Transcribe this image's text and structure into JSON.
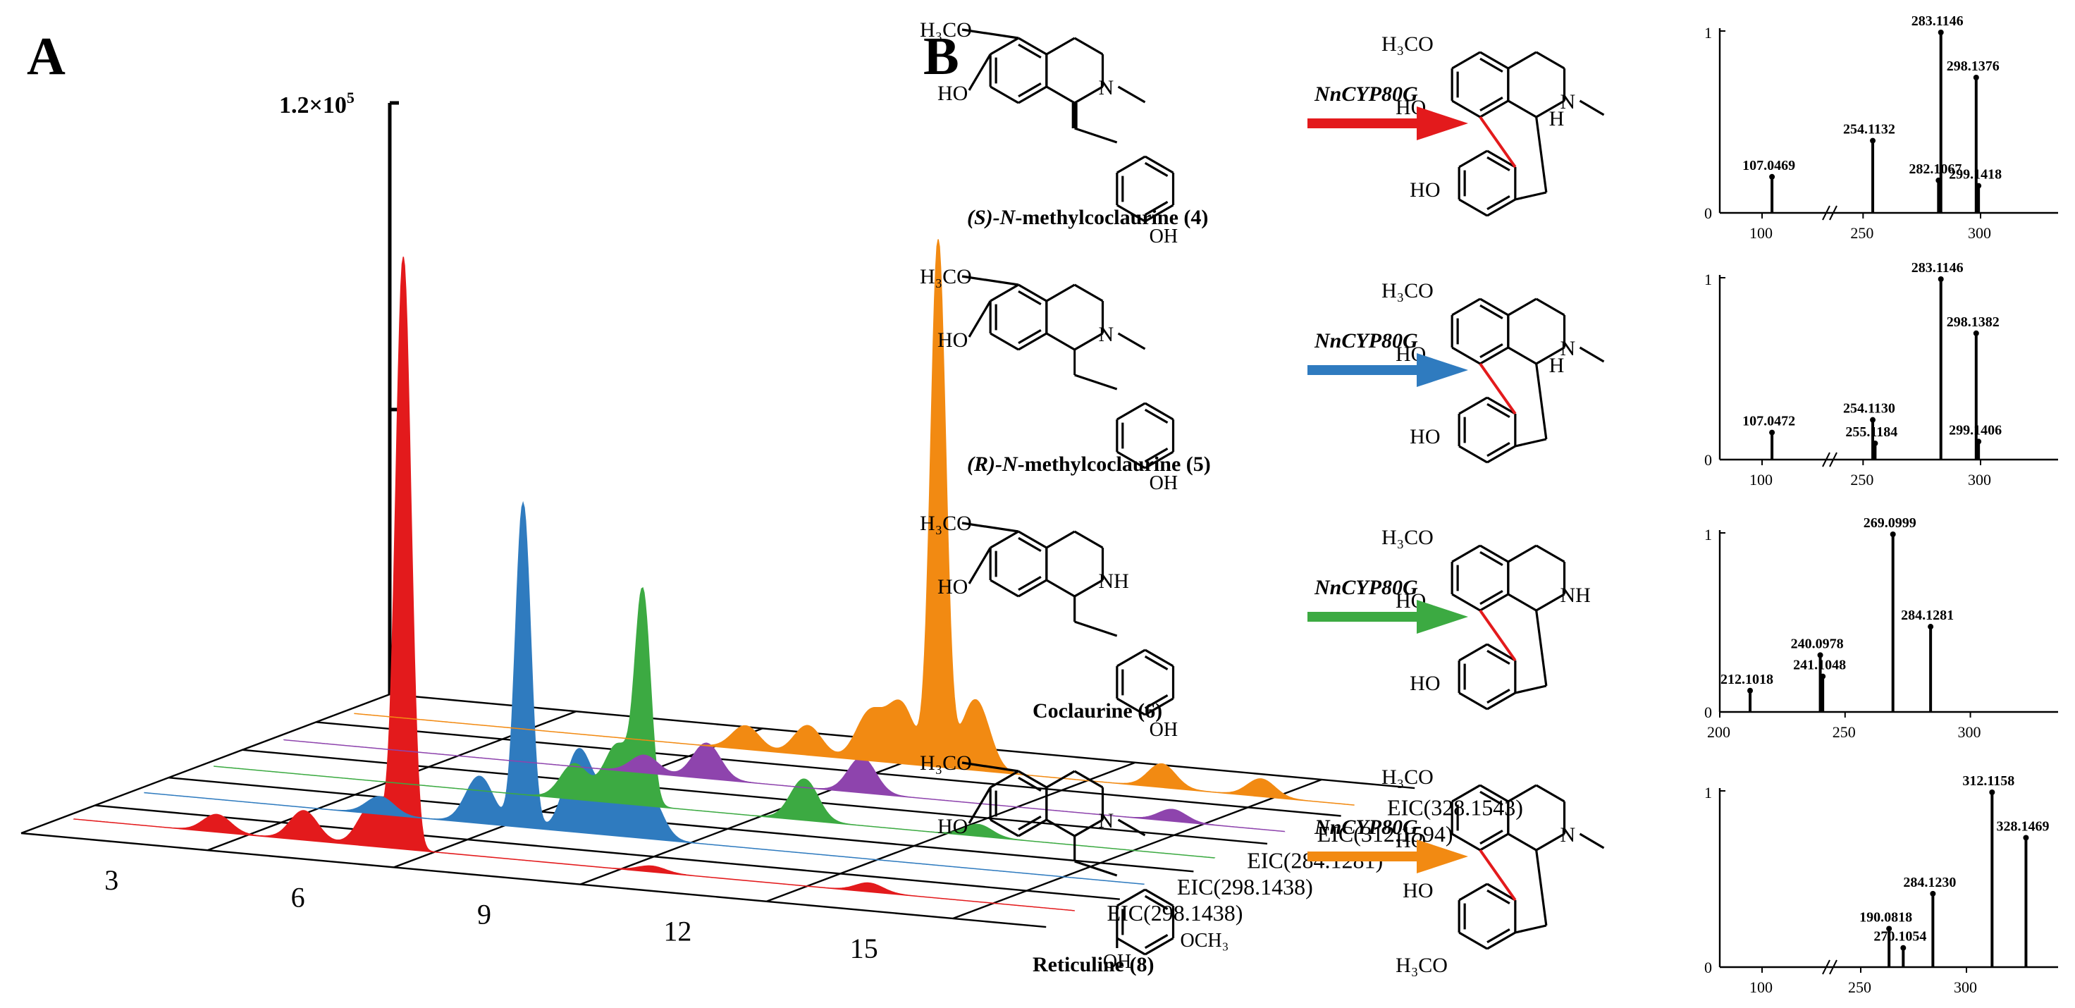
{
  "panels": {
    "a": "A",
    "b": "B"
  },
  "colors": {
    "red": "#e31a1c",
    "blue": "#2f7bbf",
    "green": "#3caa42",
    "purple": "#8e44ad",
    "orange": "#f28a12",
    "bond": "#e31a1c"
  },
  "chart_data": [
    {
      "type": "area",
      "panel": "A",
      "ymax_label": "1.2×10",
      "ymax_exp": "5",
      "ymax": 120000,
      "x_ticks": [
        "3",
        "6",
        "9",
        "12",
        "15"
      ],
      "x_range": [
        0,
        17
      ],
      "series": [
        {
          "name": "EIC(298.1438)",
          "color": "#e31a1c",
          "peaks": [
            {
              "x": 2.5,
              "h": 0.03
            },
            {
              "x": 3.9,
              "h": 0.05
            },
            {
              "x": 5.0,
              "h": 0.07
            },
            {
              "x": 5.5,
              "h": 1.0
            },
            {
              "x": 9.5,
              "h": 0.01
            },
            {
              "x": 13.0,
              "h": 0.015
            }
          ]
        },
        {
          "name": "EIC(298.1438)",
          "color": "#2f7bbf",
          "peaks": [
            {
              "x": 4.0,
              "h": 0.03
            },
            {
              "x": 5.6,
              "h": 0.08
            },
            {
              "x": 6.3,
              "h": 0.55
            },
            {
              "x": 7.2,
              "h": 0.14
            },
            {
              "x": 7.8,
              "h": 0.1
            },
            {
              "x": 8.3,
              "h": 0.08
            }
          ]
        },
        {
          "name": "EIC(284.1281)",
          "color": "#3caa42",
          "peaks": [
            {
              "x": 6.0,
              "h": 0.06
            },
            {
              "x": 6.7,
              "h": 0.1
            },
            {
              "x": 7.1,
              "h": 0.35
            },
            {
              "x": 9.7,
              "h": 0.07
            },
            {
              "x": 12.5,
              "h": 0.02
            }
          ]
        },
        {
          "name": "EIC(312.1594)",
          "color": "#8e44ad",
          "peaks": [
            {
              "x": 6.0,
              "h": 0.03
            },
            {
              "x": 7.0,
              "h": 0.06
            },
            {
              "x": 9.5,
              "h": 0.06
            },
            {
              "x": 14.5,
              "h": 0.02
            }
          ]
        },
        {
          "name": "EIC(328.1543)",
          "color": "#f28a12",
          "peaks": [
            {
              "x": 6.5,
              "h": 0.04
            },
            {
              "x": 7.5,
              "h": 0.05
            },
            {
              "x": 8.5,
              "h": 0.08
            },
            {
              "x": 9.0,
              "h": 0.1
            },
            {
              "x": 9.6,
              "h": 0.89
            },
            {
              "x": 10.2,
              "h": 0.12
            },
            {
              "x": 13.2,
              "h": 0.04
            },
            {
              "x": 14.8,
              "h": 0.03
            }
          ]
        }
      ]
    },
    {
      "type": "bar",
      "panel": "B1",
      "broken_axis": true,
      "ylabel_top": "1",
      "ylabel_bottom": "0",
      "x_ticks": [
        100,
        250,
        300
      ],
      "peaks": [
        {
          "x": 107.0469,
          "y": 0.2,
          "label": "107.0469"
        },
        {
          "x": 254.1132,
          "y": 0.4,
          "label": "254.1132"
        },
        {
          "x": 282.1067,
          "y": 0.18,
          "label": "282.1067"
        },
        {
          "x": 283.1146,
          "y": 1.0,
          "label": "283.1146"
        },
        {
          "x": 298.1376,
          "y": 0.75,
          "label": "298.1376"
        },
        {
          "x": 299.1418,
          "y": 0.15,
          "label": "299.1418"
        }
      ]
    },
    {
      "type": "bar",
      "panel": "B2",
      "broken_axis": true,
      "ylabel_top": "1",
      "ylabel_bottom": "0",
      "x_ticks": [
        100,
        250,
        300
      ],
      "peaks": [
        {
          "x": 107.0472,
          "y": 0.15,
          "label": "107.0472"
        },
        {
          "x": 254.113,
          "y": 0.22,
          "label": "254.1130"
        },
        {
          "x": 255.1184,
          "y": 0.09,
          "label": "255.1184"
        },
        {
          "x": 283.1146,
          "y": 1.0,
          "label": "283.1146"
        },
        {
          "x": 298.1382,
          "y": 0.7,
          "label": "298.1382"
        },
        {
          "x": 299.1406,
          "y": 0.1,
          "label": "299.1406"
        }
      ]
    },
    {
      "type": "bar",
      "panel": "B3",
      "broken_axis": false,
      "ylabel_top": "1",
      "ylabel_bottom": "0",
      "x_ticks": [
        200,
        250,
        300
      ],
      "peaks": [
        {
          "x": 212.1018,
          "y": 0.12,
          "label": "212.1018"
        },
        {
          "x": 240.0978,
          "y": 0.32,
          "label": "240.0978"
        },
        {
          "x": 241.1048,
          "y": 0.2,
          "label": "241.1048"
        },
        {
          "x": 269.0999,
          "y": 1.0,
          "label": "269.0999"
        },
        {
          "x": 284.1281,
          "y": 0.48,
          "label": "284.1281"
        }
      ]
    },
    {
      "type": "bar",
      "panel": "B4",
      "broken_axis": true,
      "ylabel_top": "1",
      "ylabel_bottom": "0",
      "x_ticks": [
        100,
        250,
        300
      ],
      "peaks": [
        {
          "x": 190.0818,
          "y": 0.22,
          "label": "190.0818"
        },
        {
          "x": 270.1054,
          "y": 0.11,
          "label": "270.1054"
        },
        {
          "x": 284.123,
          "y": 0.42,
          "label": "284.1230"
        },
        {
          "x": 312.1158,
          "y": 1.0,
          "label": "312.1158"
        },
        {
          "x": 328.1469,
          "y": 0.74,
          "label": "328.1469"
        }
      ]
    }
  ],
  "reactions": [
    {
      "enzyme": "NnCYP80G",
      "color": "#e31a1c",
      "name_stereo": "(S)-",
      "name_n": "N",
      "name_rest": "-methylcoclaurine (4)"
    },
    {
      "enzyme": "NnCYP80G",
      "color": "#2f7bbf",
      "name_stereo": "(R)-",
      "name_n": "N",
      "name_rest": "-methylcoclaurine (5)"
    },
    {
      "enzyme": "NnCYP80G",
      "color": "#3caa42",
      "name_stereo": "",
      "name_n": "",
      "name_rest": "Coclaurine (6)"
    },
    {
      "enzyme": "NnCYP80G",
      "color": "#f28a12",
      "name_stereo": "",
      "name_n": "",
      "name_rest": "Reticuline (8)"
    }
  ],
  "chem_labels": {
    "h3co": "H₃CO",
    "ho": "HO",
    "oh": "OH",
    "n": "N",
    "nh": "NH",
    "h": "H",
    "och3": "OCH₃"
  }
}
